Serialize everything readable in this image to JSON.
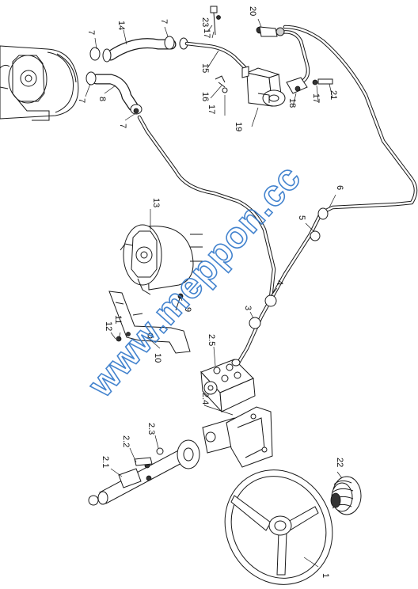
{
  "diagram": {
    "watermark": "www.meppon.cc",
    "callouts": [
      {
        "id": "c-1",
        "text": "1"
      },
      {
        "id": "c-2-1",
        "text": "2.1"
      },
      {
        "id": "c-2-2",
        "text": "2.2"
      },
      {
        "id": "c-2-3",
        "text": "2.3"
      },
      {
        "id": "c-2-4",
        "text": "2.4"
      },
      {
        "id": "c-2-5",
        "text": "2.5"
      },
      {
        "id": "c-3",
        "text": "3"
      },
      {
        "id": "c-4",
        "text": "4"
      },
      {
        "id": "c-5",
        "text": "5"
      },
      {
        "id": "c-6",
        "text": "6"
      },
      {
        "id": "c-7a",
        "text": "7"
      },
      {
        "id": "c-7b",
        "text": "7"
      },
      {
        "id": "c-7c",
        "text": "7"
      },
      {
        "id": "c-7d",
        "text": "7"
      },
      {
        "id": "c-8",
        "text": "8"
      },
      {
        "id": "c-9",
        "text": "9"
      },
      {
        "id": "c-10",
        "text": "10"
      },
      {
        "id": "c-11",
        "text": "11"
      },
      {
        "id": "c-12",
        "text": "12"
      },
      {
        "id": "c-13",
        "text": "13"
      },
      {
        "id": "c-14",
        "text": "14"
      },
      {
        "id": "c-15",
        "text": "15"
      },
      {
        "id": "c-16",
        "text": "16"
      },
      {
        "id": "c-17a",
        "text": "17"
      },
      {
        "id": "c-17b",
        "text": "17"
      },
      {
        "id": "c-17c",
        "text": "17"
      },
      {
        "id": "c-18",
        "text": "18"
      },
      {
        "id": "c-19",
        "text": "19"
      },
      {
        "id": "c-20",
        "text": "20"
      },
      {
        "id": "c-21",
        "text": "21"
      },
      {
        "id": "c-22",
        "text": "22"
      },
      {
        "id": "c-23",
        "text": "23"
      }
    ]
  }
}
